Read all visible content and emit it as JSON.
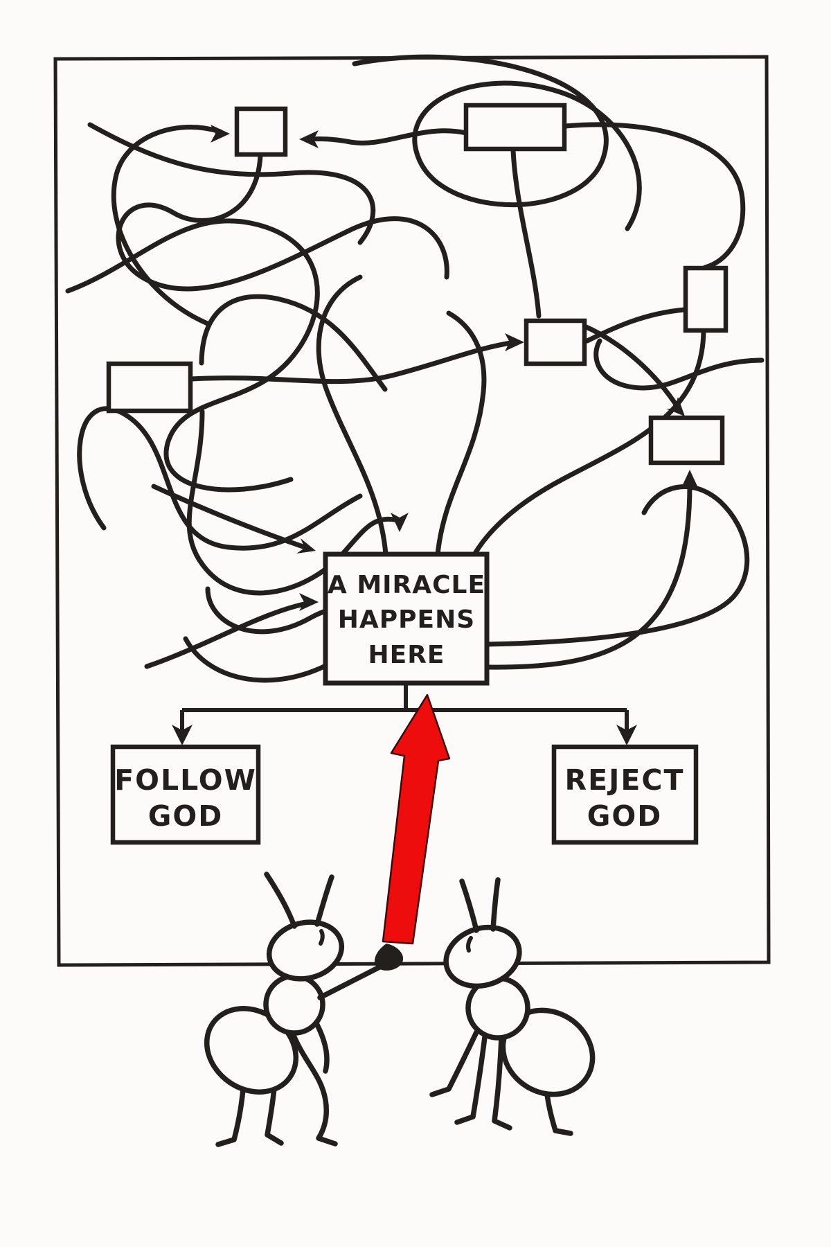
{
  "colors": {
    "ink": "#221f1c",
    "paper": "#fcfbf9",
    "arrow_red": "#ee0d0d",
    "arrow_red_outline": "#3f0606"
  },
  "boxes": {
    "miracle": {
      "line1": "A MIRACLE",
      "line2": "HAPPENS",
      "line3": "HERE"
    },
    "follow": {
      "line1": "FOLLOW",
      "line2": "GOD"
    },
    "reject": {
      "line1": "REJECT",
      "line2": "GOD"
    }
  },
  "icons": {
    "red_arrow": "red-up-arrow",
    "ants": "two-cartoon-ants",
    "pointer": "paintbrush-pointer"
  }
}
